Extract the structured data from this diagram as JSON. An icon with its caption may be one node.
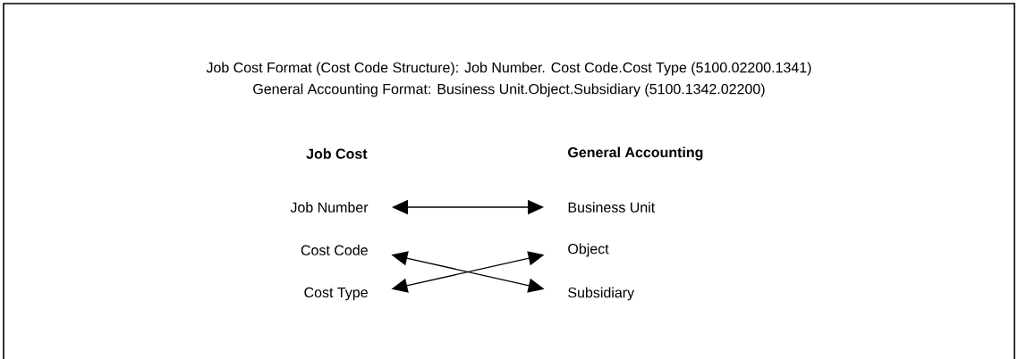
{
  "diagram": {
    "nodes": [
      {
        "text": [
          "Job Number"
        ]
      },
      {
        "text": [
          "Cost Code"
        ]
      },
      {
        "text": [
          "Cost Type"
        ]
      },
      {
        "text": [
          "Business Unit"
        ]
      },
      {
        "text": [
          "Object"
        ]
      },
      {
        "text": [
          "Subsidiary"
        ]
      }
    ],
    "edges": [
      {
        "from": 0,
        "to": 3,
        "arrow": "both"
      },
      {
        "from": 1,
        "to": 5,
        "arrow": "both"
      },
      {
        "from": 2,
        "to": 4,
        "arrow": "both"
      }
    ],
    "labels": [
      "Job Cost Format (Cost Code Structure): Job Number. Cost Code.Cost Type (5100.02200.1341)",
      "General Accounting Format: Business Unit.Object.Subsidiary (5100.1342.02200)",
      "Job Cost",
      "General Accounting"
    ]
  }
}
